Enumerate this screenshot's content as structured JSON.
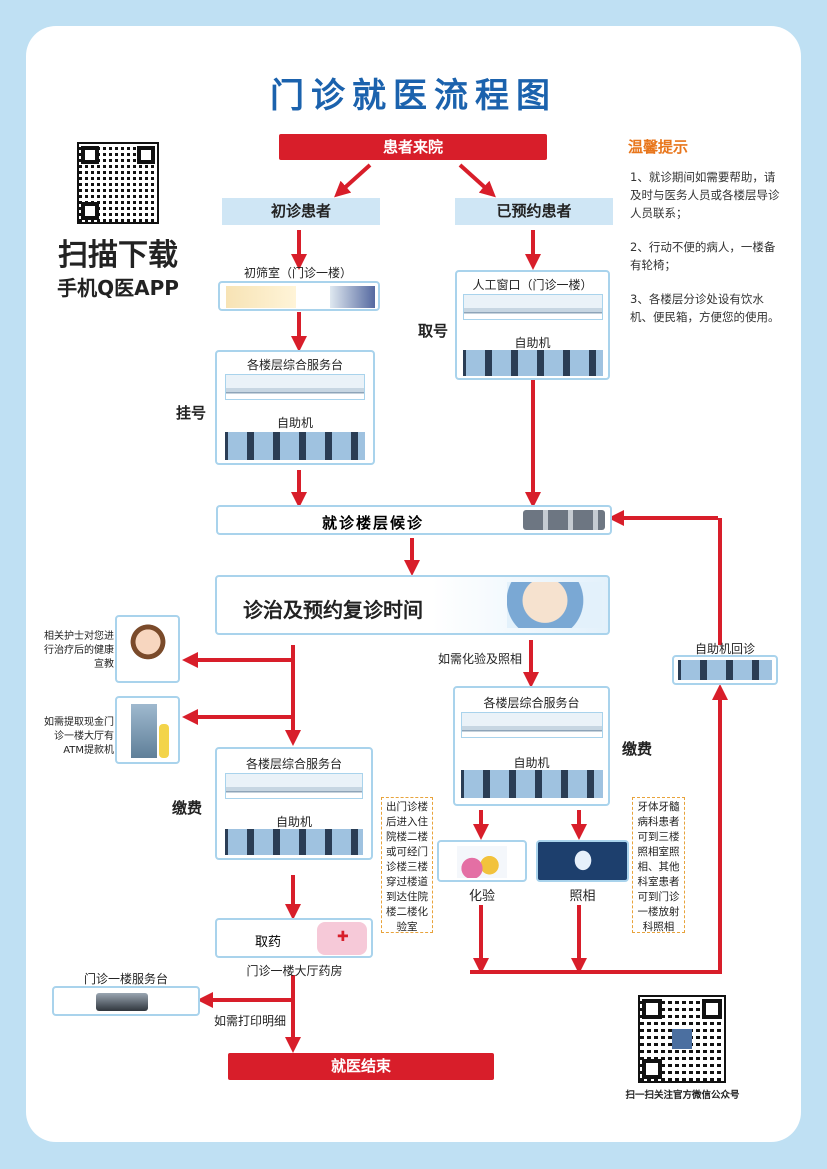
{
  "title": "门诊就医流程图",
  "start": "患者来院",
  "first_visit": "初诊患者",
  "appointment": "已预约患者",
  "screening": "初筛室（门诊一楼）",
  "service_desk": "各楼层综合服务台",
  "kiosk": "自助机",
  "register_side": "挂号",
  "manual_window": "人工窗口（门诊一楼）",
  "take_number_side": "取号",
  "waiting": "就诊楼层候诊",
  "treatment": "诊治及预约复诊时间",
  "lab_note": "如需化验及照相",
  "pay_side": "缴费",
  "kiosk_revisit": "自助机回诊",
  "lab": "化验",
  "photo": "照相",
  "lab_route": "出门诊楼后进入住院楼二楼或可经门诊楼三楼穿过楼道到达住院楼二楼化验室",
  "dental_route": "牙体牙髓病科患者可到三楼照相室照相、其他科室患者可到门诊一楼放射科照相",
  "medicine": "取药",
  "pharmacy": "门诊一楼大厅药房",
  "service_counter": "门诊一楼服务台",
  "print_note": "如需打印明细",
  "end": "就医结束",
  "nurse_note": "相关护士对您进行治疗后的健康宣教",
  "atm_note": "如需提取现金门诊一楼大厅有ATM提款机",
  "scan_big": "扫描下载",
  "app_name": "手机Q医APP",
  "wechat_qr": "扫一扫关注官方微信公众号",
  "tips_title": "温馨提示",
  "tips": [
    "1、就诊期间如需要帮助，请及时与医务人员或各楼层导诊人员联系；",
    "2、行动不便的病人，一楼备有轮椅；",
    "3、各楼层分诊处设有饮水机、便民箱，方便您的使用。"
  ],
  "colors": {
    "title": "#1b62ad",
    "red": "#d81e2a",
    "orange": "#e8761c",
    "border": "#a9d3ec"
  }
}
